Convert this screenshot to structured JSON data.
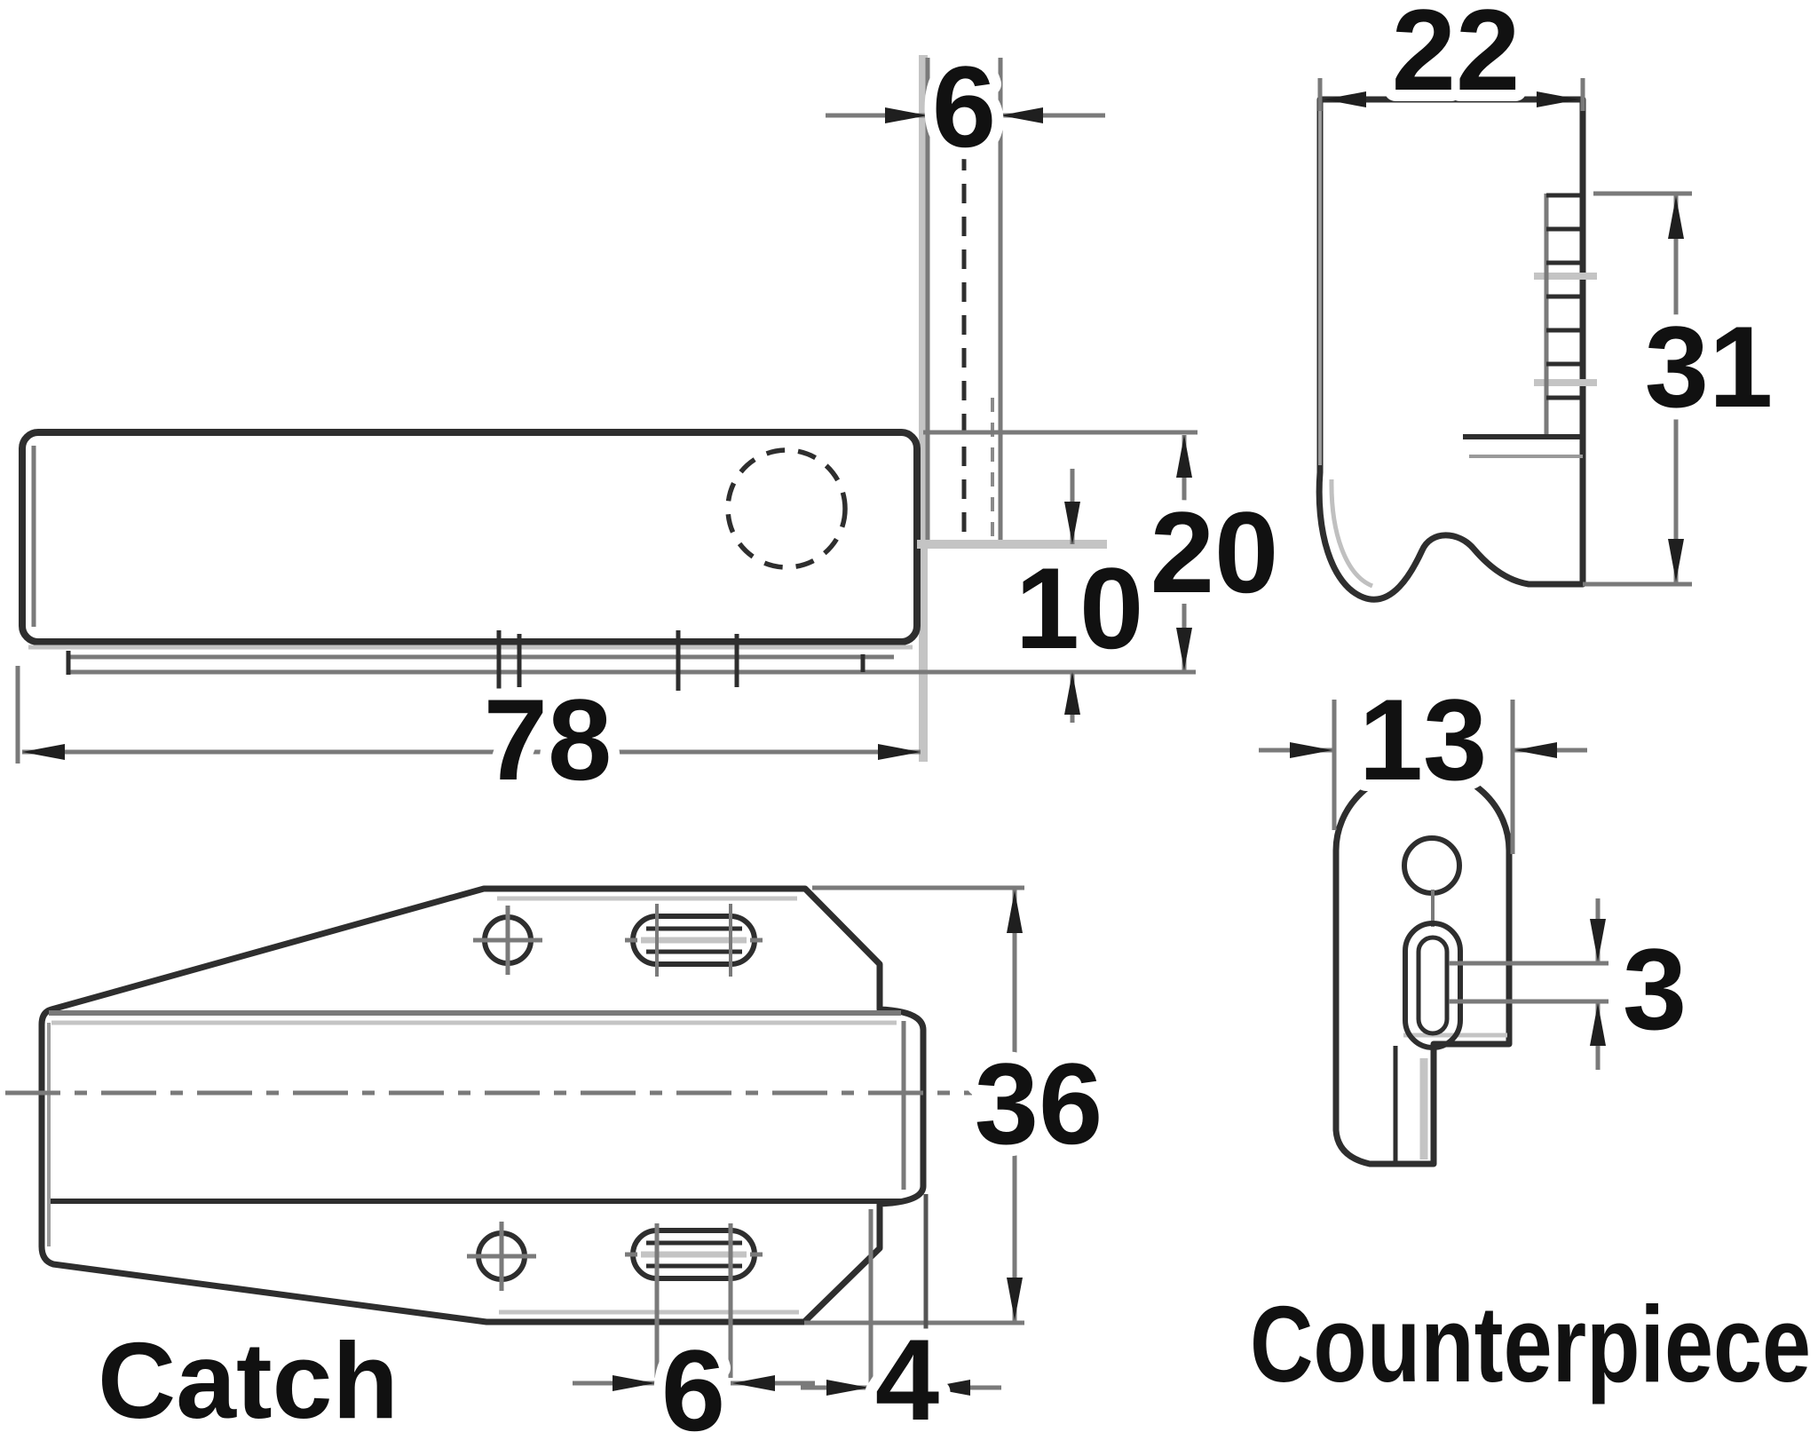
{
  "drawing": {
    "type": "technical-drawing",
    "labels": {
      "catch": "Catch",
      "counterpiece": "Counterpiece"
    },
    "dimensions": {
      "catch_side": {
        "pin_width": "6",
        "length": "78",
        "inner_height": "10",
        "total_height": "20"
      },
      "counterpiece_side": {
        "width": "22",
        "height": "31"
      },
      "catch_top": {
        "depth": "36",
        "slot_length": "6",
        "edge_offset": "4"
      },
      "counterpiece_front": {
        "width": "13",
        "slot_width": "3"
      }
    },
    "colors": {
      "line_dark": "#2e2e2e",
      "line_mid": "#7a7a7a",
      "line_light": "#c4c4c4",
      "text": "#111111",
      "background": "#ffffff"
    }
  }
}
